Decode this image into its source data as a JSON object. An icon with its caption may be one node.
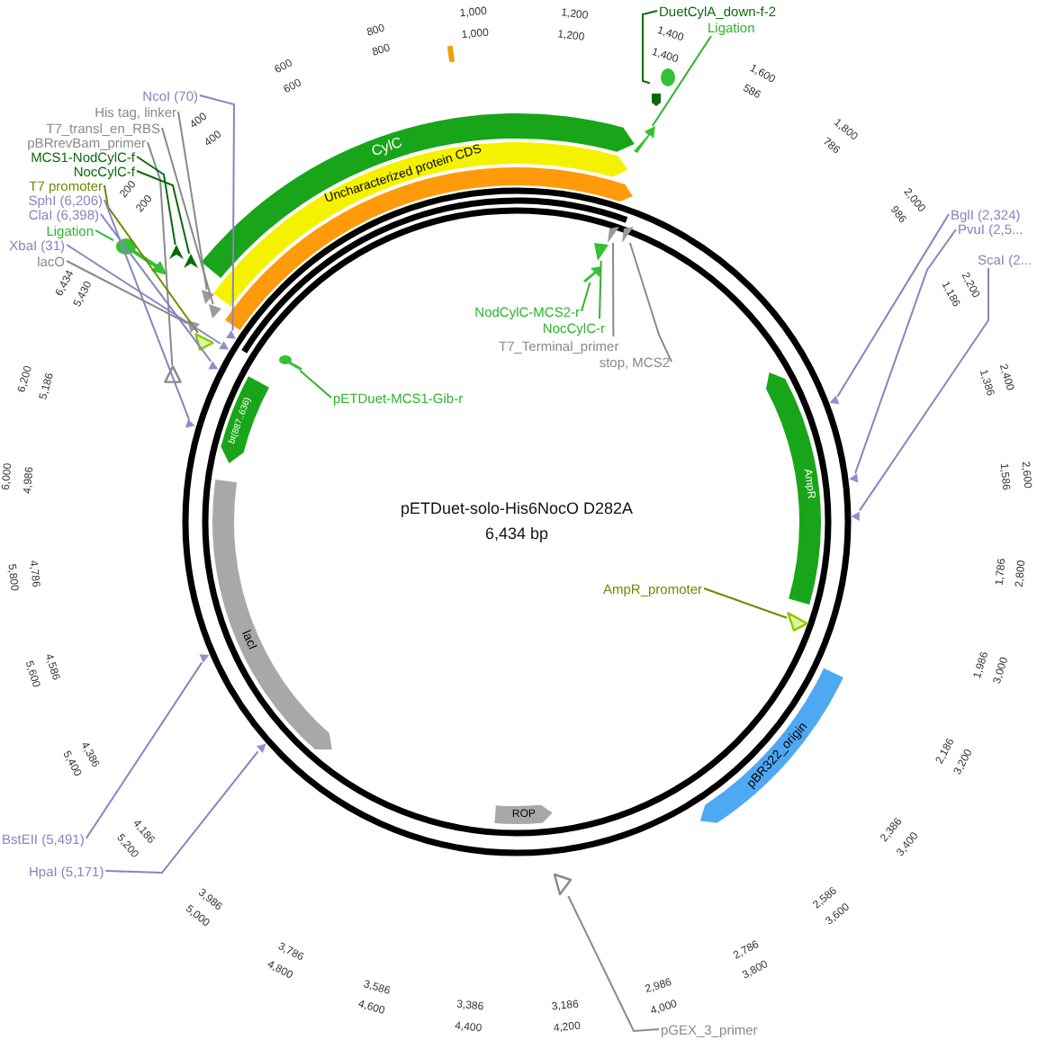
{
  "diagram": {
    "title": "pETDuet-solo-His6NocO D282A",
    "nodes": [
      {
        "text": [
          "CylC"
        ]
      },
      {
        "text": [
          "Uncharacterized protein CDS"
        ]
      },
      {
        "text": [],
        "shape": "arrow"
      },
      {
        "text": [],
        "shape": "bar"
      },
      {
        "text": [
          "bt(887..636)"
        ]
      },
      {
        "text": [
          "AmpR"
        ]
      },
      {
        "text": [
          "lacI"
        ]
      },
      {
        "text": [
          "pBR322_origin"
        ]
      },
      {
        "text": [
          "ROP"
        ]
      },
      {
        "text": [
          "DuetCylA_down-f-2"
        ]
      },
      {
        "text": [
          "Ligation"
        ]
      },
      {
        "text": [
          "NcoI (70)"
        ]
      },
      {
        "text": [
          "His tag, linker"
        ]
      },
      {
        "text": [
          "T7_transl_en_RBS"
        ]
      },
      {
        "text": [
          "pBRrevBam_primer"
        ]
      },
      {
        "text": [
          "MCS1-NodCylC-f"
        ]
      },
      {
        "text": [
          "NocCylC-f"
        ]
      },
      {
        "text": [
          "T7 promoter"
        ]
      },
      {
        "text": [
          "SphI (6,206)"
        ]
      },
      {
        "text": [
          "ClaI (6,398)"
        ]
      },
      {
        "text": [
          "Ligation"
        ]
      },
      {
        "text": [
          "XbaI (31)"
        ]
      },
      {
        "text": [
          "lacO"
        ]
      },
      {
        "text": [
          "BglI (2,324)"
        ]
      },
      {
        "text": [
          "PvuI (2,5..."
        ]
      },
      {
        "text": [
          "ScaI (2..."
        ]
      },
      {
        "text": [
          "NodCylC-MCS2-r"
        ]
      },
      {
        "text": [
          "NocCylC-r"
        ]
      },
      {
        "text": [
          "T7_Terminal_primer"
        ]
      },
      {
        "text": [
          "stop, MCS2"
        ]
      },
      {
        "text": [
          "pETDuet-MCS1-Gib-r"
        ]
      },
      {
        "text": [
          "AmpR_promoter"
        ]
      },
      {
        "text": [
          "BstEII (5,491)"
        ]
      },
      {
        "text": [
          "HpaI (5,171)"
        ]
      },
      {
        "text": [
          "pGEX_3_primer"
        ]
      },
      {
        "text": [],
        "shape": "pin"
      },
      {
        "text": [],
        "shape": "triangle"
      },
      {
        "text": [],
        "shape": "triangle"
      },
      {
        "text": [],
        "shape": "triangle"
      },
      {
        "text": [],
        "shape": "triangle"
      },
      {
        "text": [],
        "shape": "triangle"
      },
      {
        "text": [],
        "shape": "triangle"
      },
      {
        "text": [],
        "shape": "triangle"
      },
      {
        "text": [],
        "shape": "pin"
      },
      {
        "text": [],
        "shape": "triangle"
      },
      {
        "text": [],
        "shape": "triangle"
      },
      {
        "text": [],
        "shape": "triangle"
      },
      {
        "text": [],
        "shape": "triangle"
      },
      {
        "text": [],
        "shape": "triangle"
      },
      {
        "text": [],
        "shape": "pin"
      },
      {
        "text": [],
        "shape": "triangle"
      },
      {
        "text": [],
        "shape": "triangle"
      },
      {
        "text": [],
        "shape": "triangle"
      },
      {
        "text": [],
        "shape": "triangle"
      },
      {
        "text": [],
        "shape": "triangle"
      },
      {
        "text": [],
        "shape": "triangle"
      },
      {
        "text": [],
        "shape": "triangle"
      },
      {
        "text": [],
        "shape": "triangle"
      },
      {
        "text": [],
        "shape": "triangle"
      },
      {
        "text": [],
        "shape": "triangle"
      },
      {
        "text": [],
        "shape": "triangle"
      }
    ],
    "edges": [
      {
        "from": 9,
        "to": 35,
        "arrow": "none",
        "color": "#0a6a0a"
      },
      {
        "from": 10,
        "to": 36,
        "arrow": "none",
        "color": "#2db52d"
      },
      {
        "from": 11,
        "to": 52,
        "arrow": "none"
      },
      {
        "from": 12,
        "to": 37,
        "arrow": "none",
        "color": "#8a8a8a"
      },
      {
        "from": 13,
        "to": 38,
        "arrow": "none",
        "color": "#8a8a8a"
      },
      {
        "from": 14,
        "to": 39,
        "arrow": "none",
        "color": "#8a8a8a"
      },
      {
        "from": 15,
        "to": 40,
        "arrow": "none",
        "color": "#0a6a0a"
      },
      {
        "from": 16,
        "to": 41,
        "arrow": "none",
        "color": "#0a6a0a"
      },
      {
        "from": 17,
        "to": 42,
        "arrow": "none",
        "color": "#6f8a00"
      },
      {
        "from": 18,
        "to": 53,
        "arrow": "none"
      },
      {
        "from": 19,
        "to": 54,
        "arrow": "none"
      },
      {
        "from": 20,
        "to": 43,
        "arrow": "none",
        "color": "#2db52d"
      },
      {
        "from": 21,
        "to": 55,
        "arrow": "none"
      },
      {
        "from": 22,
        "to": 44,
        "arrow": "none",
        "color": "#8a8a8a"
      },
      {
        "from": 23,
        "to": 56,
        "arrow": "none"
      },
      {
        "from": 24,
        "to": 57,
        "arrow": "none"
      },
      {
        "from": 25,
        "to": 58,
        "arrow": "none"
      },
      {
        "from": 26,
        "to": 45,
        "arrow": "none",
        "color": "#2db52d"
      },
      {
        "from": 27,
        "to": 46,
        "arrow": "none",
        "color": "#2db52d"
      },
      {
        "from": 28,
        "to": 47,
        "arrow": "none",
        "color": "#8a8a8a"
      },
      {
        "from": 29,
        "to": 48,
        "arrow": "none",
        "color": "#8a8a8a"
      },
      {
        "from": 30,
        "to": 49,
        "arrow": "none",
        "color": "#2db52d"
      },
      {
        "from": 31,
        "to": 50,
        "arrow": "none",
        "color": "#6f8a00"
      },
      {
        "from": 32,
        "to": 59,
        "arrow": "none"
      },
      {
        "from": 33,
        "to": 60,
        "arrow": "none"
      },
      {
        "from": 34,
        "to": 51,
        "arrow": "none",
        "color": "#8a8a8a"
      }
    ],
    "labels": [
      "6,434 bp",
      "200",
      "200",
      "400",
      "400",
      "600",
      "600",
      "800",
      "800",
      "1,000",
      "1,000",
      "1,200",
      "1,200",
      "1,400",
      "1,400",
      "1,600",
      "586",
      "1,800",
      "786",
      "2,000",
      "986",
      "2,200",
      "1,186",
      "2,400",
      "1,386",
      "2,600",
      "1,586",
      "2,800",
      "1,786",
      "3,000",
      "1,986",
      "3,200",
      "2,186",
      "3,400",
      "2,386",
      "3,600",
      "2,586",
      "3,800",
      "2,786",
      "4,000",
      "2,986",
      "4,200",
      "3,186",
      "4,400",
      "3,386",
      "4,600",
      "3,586",
      "4,800",
      "3,786",
      "5,000",
      "3,986",
      "5,200",
      "4,186",
      "5,400",
      "4,386",
      "5,600",
      "4,586",
      "5,800",
      "4,786",
      "6,000",
      "4,986",
      "6,200",
      "5,186",
      "6,434",
      "5,430"
    ]
  }
}
